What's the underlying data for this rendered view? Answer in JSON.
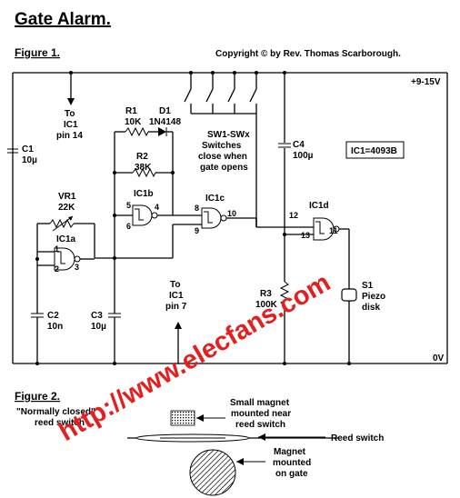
{
  "title": "Gate Alarm.",
  "copyright": "Copyright © by Rev. Thomas Scarborough.",
  "figure1": "Figure 1.",
  "figure2": "Figure 2.",
  "rail_top": "+9-15V",
  "rail_bottom": "0V",
  "ic_type": "IC1=4093B",
  "watermark": "http://www.elecfans.com",
  "colors": {
    "watermark": "#e41f1f",
    "ink": "#000000"
  },
  "components": {
    "c1": {
      "name": "C1",
      "value": "10µ"
    },
    "c2": {
      "name": "C2",
      "value": "10n"
    },
    "c3": {
      "name": "C3",
      "value": "10µ"
    },
    "c4": {
      "name": "C4",
      "value": "100µ"
    },
    "r1": {
      "name": "R1",
      "value": "10K"
    },
    "r2": {
      "name": "R2",
      "value": "38K"
    },
    "r3": {
      "name": "R3",
      "value": "100K"
    },
    "vr1": {
      "name": "VR1",
      "value": "22K"
    },
    "d1": {
      "name": "D1",
      "value": "1N4148"
    },
    "s1": {
      "name": "S1",
      "value1": "Piezo",
      "value2": "disk"
    },
    "sw": {
      "line1": "SW1-SWx",
      "line2": "Switches",
      "line3": "close when",
      "line4": "gate opens"
    }
  },
  "gates": {
    "ic1a": {
      "name": "IC1a",
      "pin_a": "1",
      "pin_b": "2",
      "pin_out": "3"
    },
    "ic1b": {
      "name": "IC1b",
      "pin_a": "5",
      "pin_b": "6",
      "pin_out": "4"
    },
    "ic1c": {
      "name": "IC1c",
      "pin_a": "8",
      "pin_b": "9",
      "pin_out": "10"
    },
    "ic1d": {
      "name": "IC1d",
      "pin_a": "12",
      "pin_b": "13",
      "pin_out": "11"
    }
  },
  "pins": {
    "top": {
      "l1": "To",
      "l2": "IC1",
      "l3": "pin 14"
    },
    "bottom": {
      "l1": "To",
      "l2": "IC1",
      "l3": "pin 7"
    }
  },
  "fig2_labels": {
    "normally_closed_1": "\"Normally closed\"",
    "normally_closed_2": "reed switch",
    "small_magnet_1": "Small magnet",
    "small_magnet_2": "mounted near",
    "small_magnet_3": "reed switch",
    "reed_switch": "Reed switch",
    "magnet_1": "Magnet",
    "magnet_2": "mounted",
    "magnet_3": "on gate"
  }
}
